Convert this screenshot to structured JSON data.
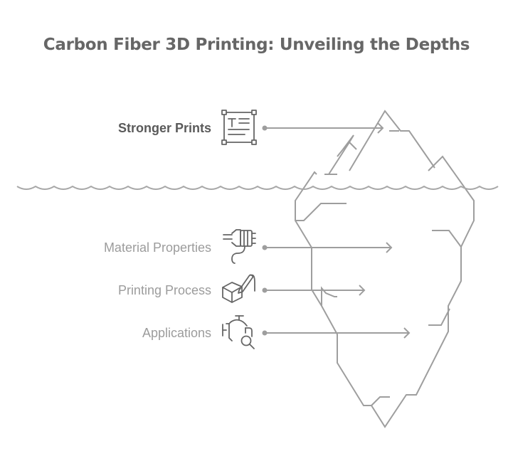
{
  "title": "Carbon Fiber 3D Printing: Unveiling the Depths",
  "colors": {
    "title": "#666666",
    "primary_label": "#5a5a5a",
    "secondary_label": "#9c9c9c",
    "lines": "#9e9e9e",
    "icons": "#666666"
  },
  "above_water": [
    {
      "label": "Stronger Prints",
      "icon": "text-document-frame-icon"
    }
  ],
  "below_water": [
    {
      "label": "Material Properties",
      "icon": "carbon-fiber-spool-icon"
    },
    {
      "label": "Printing Process",
      "icon": "3d-pen-cube-icon"
    },
    {
      "label": "Applications",
      "icon": "engine-magnifier-icon"
    }
  ]
}
